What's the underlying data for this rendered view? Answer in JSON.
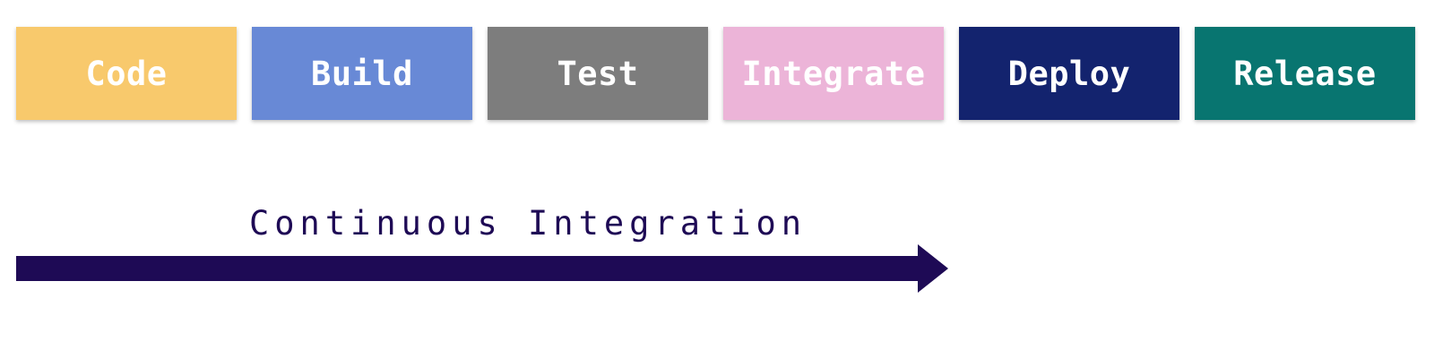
{
  "stages": [
    {
      "label": "Code",
      "color": "#F8C96C"
    },
    {
      "label": "Build",
      "color": "#6889D6"
    },
    {
      "label": "Test",
      "color": "#7D7D7D"
    },
    {
      "label": "Integrate",
      "color": "#ECB4D8"
    },
    {
      "label": "Deploy",
      "color": "#13236E"
    },
    {
      "label": "Release",
      "color": "#087570"
    }
  ],
  "ci": {
    "label": "Continuous Integration",
    "color": "#1E0A55",
    "arrow_icon": "right-arrow-icon"
  }
}
